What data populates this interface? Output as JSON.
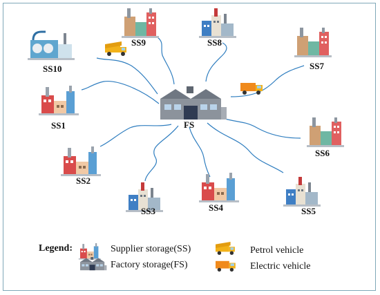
{
  "hub": {
    "label": "FS"
  },
  "nodes": [
    {
      "id": "ss10",
      "label": "SS10"
    },
    {
      "id": "ss9",
      "label": "SS9"
    },
    {
      "id": "ss8",
      "label": "SS8"
    },
    {
      "id": "ss7",
      "label": "SS7"
    },
    {
      "id": "ss1",
      "label": "SS1"
    },
    {
      "id": "ss6",
      "label": "SS6"
    },
    {
      "id": "ss2",
      "label": "SS2"
    },
    {
      "id": "ss3",
      "label": "SS3"
    },
    {
      "id": "ss4",
      "label": "SS4"
    },
    {
      "id": "ss5",
      "label": "SS5"
    }
  ],
  "legend": {
    "title": "Legend:",
    "supplier": "Supplier storage(SS)",
    "factory": "Factory storage(FS)",
    "petrol": "Petrol vehicle",
    "electric": "Electric vehicle"
  },
  "colors": {
    "route": "#2e7dbf",
    "frame": "#7fa8b8",
    "petrol_truck": "#f2b21a",
    "electric_truck": "#f08a1c",
    "factory_roof": "#7d8590"
  }
}
